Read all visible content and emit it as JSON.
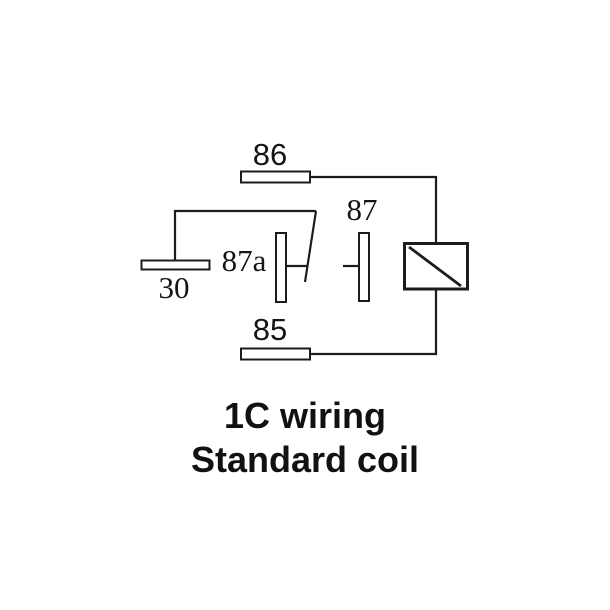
{
  "diagram": {
    "labels": {
      "t86": "86",
      "t87": "87",
      "t87a": "87a",
      "t30": "30",
      "t85": "85"
    },
    "caption": {
      "line1": "1C wiring",
      "line2": "Standard coil"
    },
    "colors": {
      "line": "#1c1c1c",
      "text": "#151515",
      "background": "#ffffff"
    }
  }
}
